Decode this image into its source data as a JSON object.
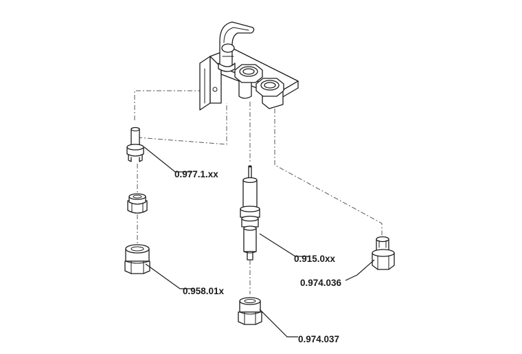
{
  "labels": {
    "burner_nozzle": "0.977.1.xx",
    "thermocouple": "0.915.0xx",
    "nut_left": "0.958.01x",
    "nut_right": "0.974.036",
    "nut_bottom": "0.974.037"
  }
}
